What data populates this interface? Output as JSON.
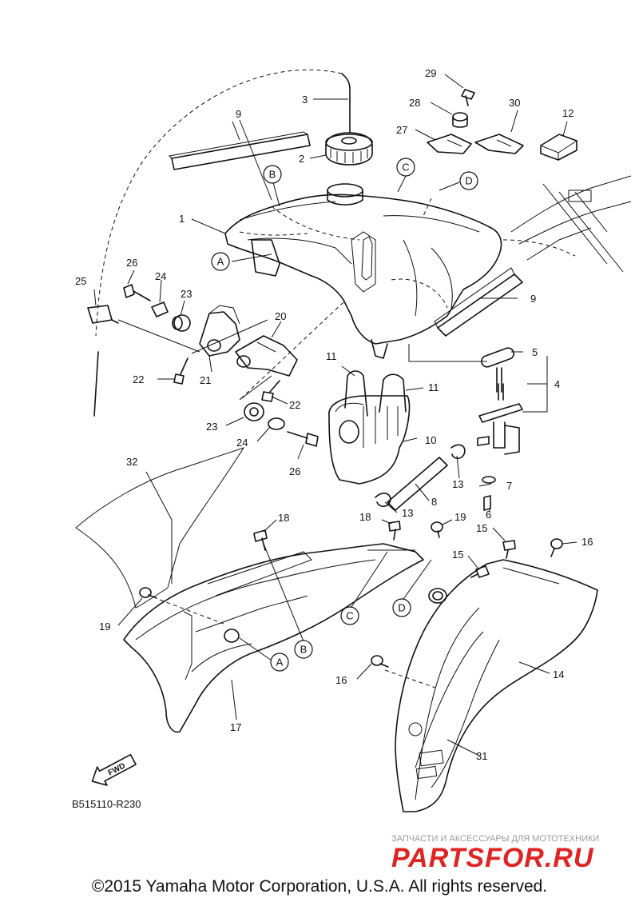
{
  "diagram": {
    "part_labels": [
      "1",
      "2",
      "3",
      "4",
      "5",
      "6",
      "7",
      "8",
      "9",
      "9",
      "10",
      "11",
      "11",
      "12",
      "13",
      "13",
      "14",
      "15",
      "15",
      "16",
      "16",
      "17",
      "18",
      "18",
      "19",
      "19",
      "20",
      "21",
      "22",
      "22",
      "23",
      "23",
      "24",
      "24",
      "25",
      "26",
      "26",
      "27",
      "28",
      "29",
      "30",
      "31",
      "32"
    ],
    "reference_letters": [
      "A",
      "B",
      "C",
      "D",
      "A",
      "B",
      "C",
      "D"
    ],
    "fwd_label": "FWD",
    "diagram_id": "B515110-R230"
  },
  "watermark": {
    "top_text": "ЗАПЧАСТИ И АКСЕССУАРЫ ДЛЯ МОТОТЕХНИКИ",
    "brand_text": "PARTSFOR.RU"
  },
  "copyright": "©2015 Yamaha Motor Corporation, U.S.A. All rights reserved."
}
